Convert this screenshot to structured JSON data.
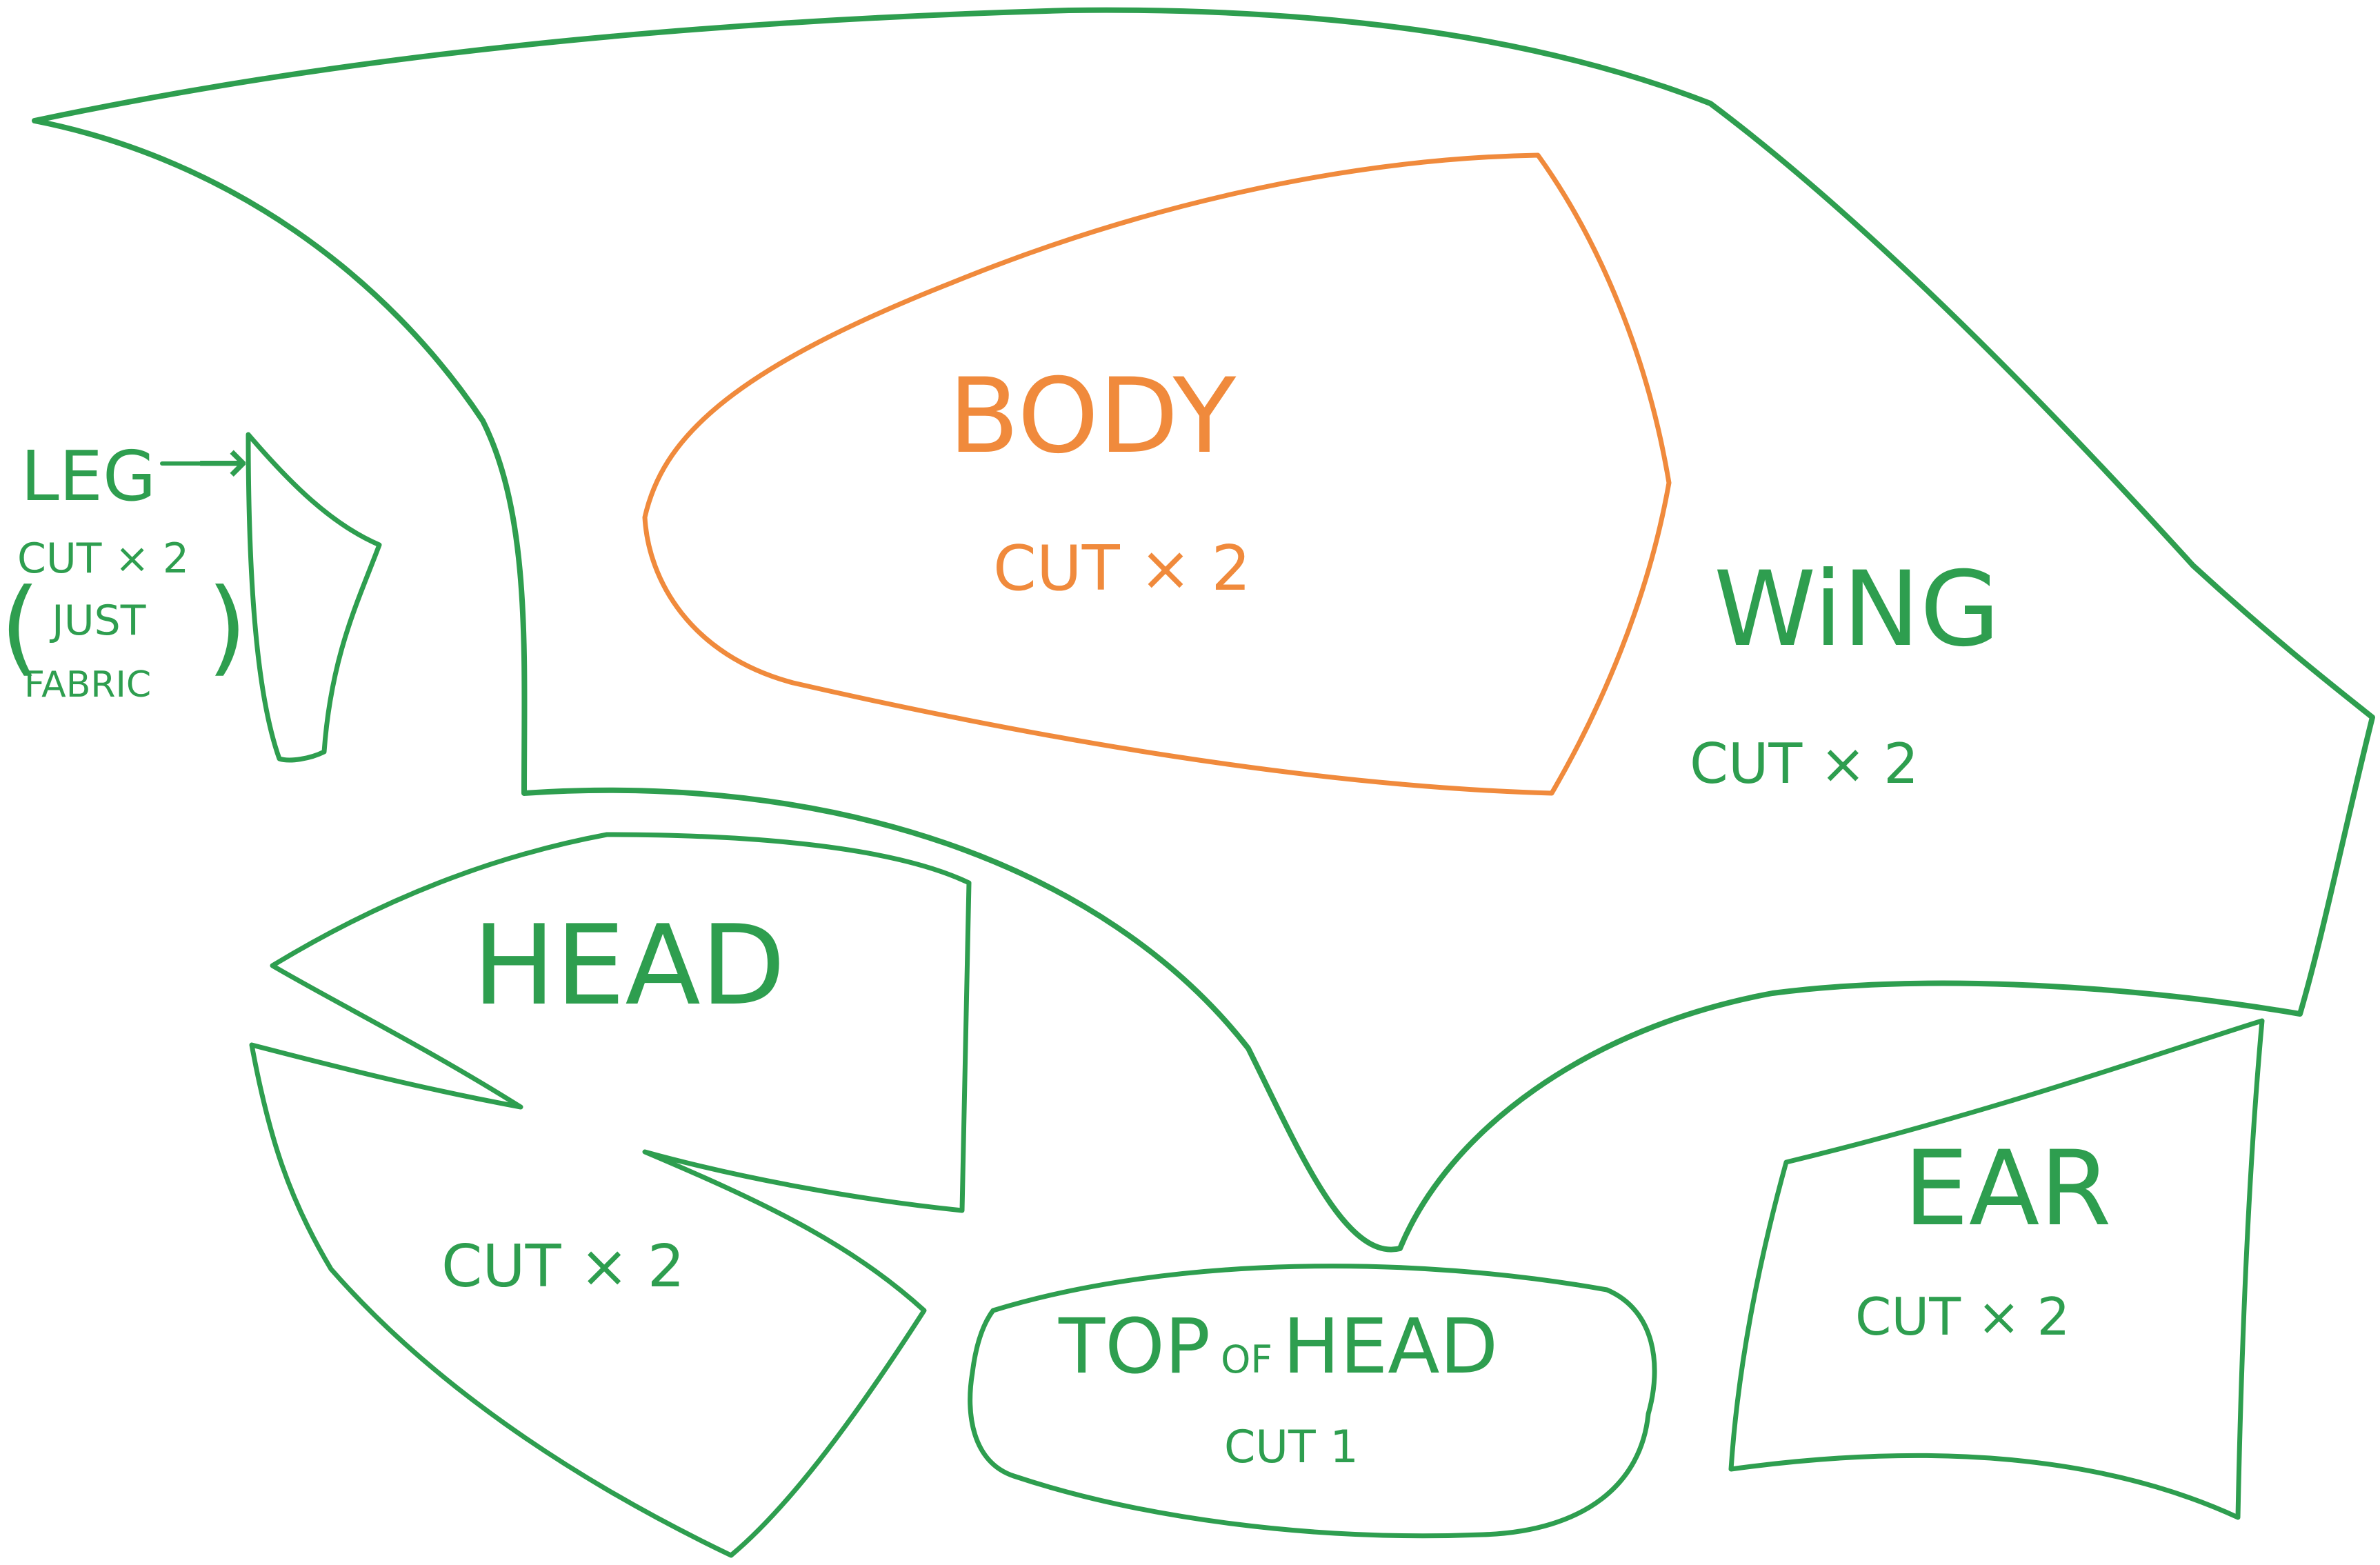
{
  "colors": {
    "green_marker": "#2e9e4f",
    "orange_marker": "#f08a3c",
    "paper": "#ffffff"
  },
  "pieces": {
    "wing": {
      "name": "WiNG",
      "cut": "CUT × 2"
    },
    "body": {
      "name": "BODY",
      "cut": "CUT × 2"
    },
    "leg": {
      "name": "LEG",
      "cut": "CUT × 2",
      "note_line1": "JUST",
      "note_line2": "FABRIC",
      "arrow": "→"
    },
    "head": {
      "name": "HEAD",
      "cut": "CUT × 2"
    },
    "top_of_head": {
      "name_part1": "TOP",
      "name_part2": "OF",
      "name_part3": "HEAD",
      "cut": "CUT 1"
    },
    "ear": {
      "name": "EAR",
      "cut": "CUT × 2"
    }
  }
}
